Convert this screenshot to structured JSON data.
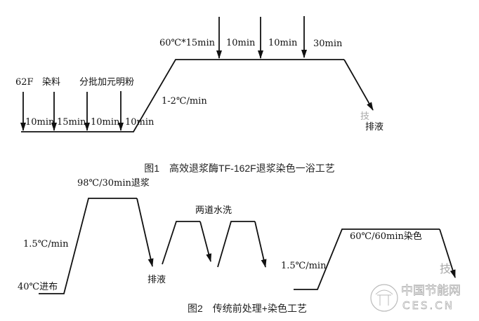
{
  "figure1": {
    "caption": "图1　高效退浆酶TF-162F退浆染色一浴工艺",
    "labels": {
      "f62": "62F",
      "dye": "染料",
      "salt": "分批加元明粉",
      "hold": "60℃*15min",
      "t2": "10min",
      "t3": "10min",
      "t4": "30min",
      "rate": "1-2℃/min",
      "drain": "排液",
      "faint": "技"
    },
    "bottom_intervals": [
      "10min",
      "15min",
      "10min",
      "10min"
    ]
  },
  "figure2": {
    "caption": "图2　传统前处理+染色工艺",
    "labels": {
      "desize": "98℃/30min退浆",
      "rate1": "1.5℃/min",
      "load": "40℃进布",
      "drain": "排液",
      "wash": "两道水洗",
      "dyeing": "60℃/60min染色",
      "rate2": "1.5℃/min",
      "faint": "技"
    }
  },
  "watermark": {
    "cn": "中国节能网",
    "en": "CES.CN"
  }
}
